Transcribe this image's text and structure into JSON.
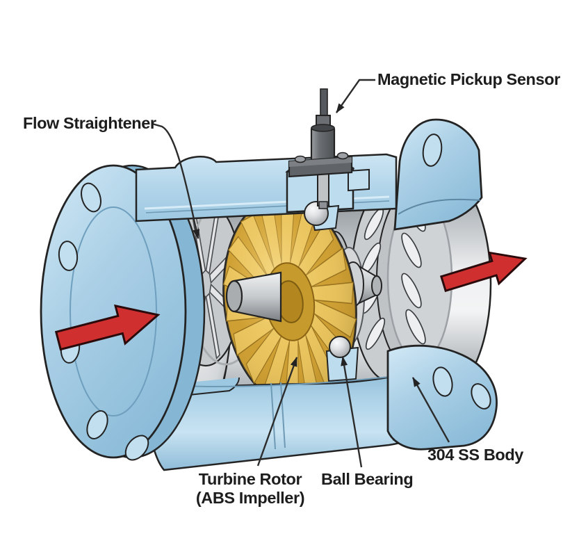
{
  "diagram": {
    "type": "turbine-flow-meter-cutaway",
    "labels": {
      "magnetic_pickup_sensor": "Magnetic Pickup Sensor",
      "flow_straightener": "Flow Straightener",
      "turbine_rotor_line1": "Turbine Rotor",
      "turbine_rotor_line2": "(ABS Impeller)",
      "ball_bearing": "Ball Bearing",
      "body": "304 SS Body"
    },
    "icons": {
      "inlet_arrow": "flow-direction-arrow-right",
      "outlet_arrow": "flow-direction-arrow-right"
    },
    "colors": {
      "background": "#ffffff",
      "body_blue": "#abd0e6",
      "body_blue_light": "#cde5f3",
      "body_blue_dark": "#7fb0d0",
      "metal_gray": "#c6cacd",
      "metal_gray_light": "#eff0f1",
      "metal_gray_dark": "#878c90",
      "rotor_gold": "#c9992c",
      "rotor_gold_light": "#e7c25c",
      "rotor_gold_dark": "#8a6414",
      "sensor_gray": "#6b6f73",
      "arrow_red": "#d02f2f",
      "outline": "#232323",
      "text": "#1d1d1d"
    }
  }
}
